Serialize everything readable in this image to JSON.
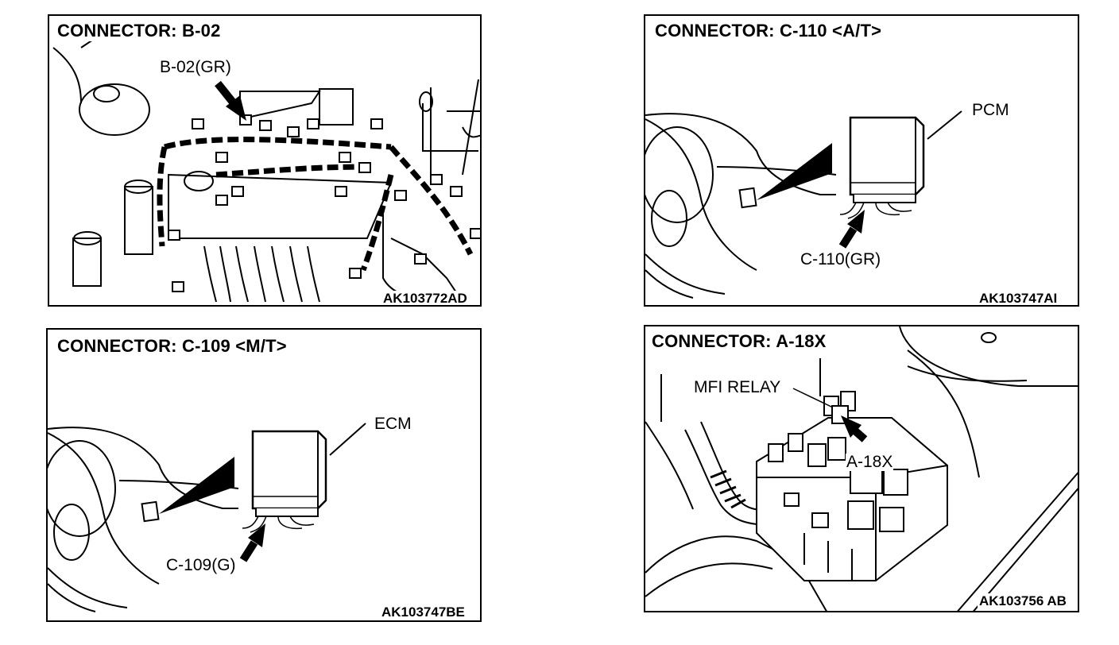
{
  "panels": [
    {
      "title": "CONNECTOR: B-02",
      "code": "AK103772AD",
      "callouts": [
        "B-02(GR)"
      ]
    },
    {
      "title": "CONNECTOR: C-110 <A/T>",
      "code": "AK103747AI",
      "callouts": [
        "PCM",
        "C-110(GR)"
      ]
    },
    {
      "title": "CONNECTOR: C-109 <M/T>",
      "code": "AK103747BE",
      "callouts": [
        "ECM",
        "C-109(G)"
      ]
    },
    {
      "title": "CONNECTOR: A-18X",
      "code": "AK103756 AB",
      "callouts": [
        "MFI RELAY",
        "A-18X"
      ]
    }
  ]
}
